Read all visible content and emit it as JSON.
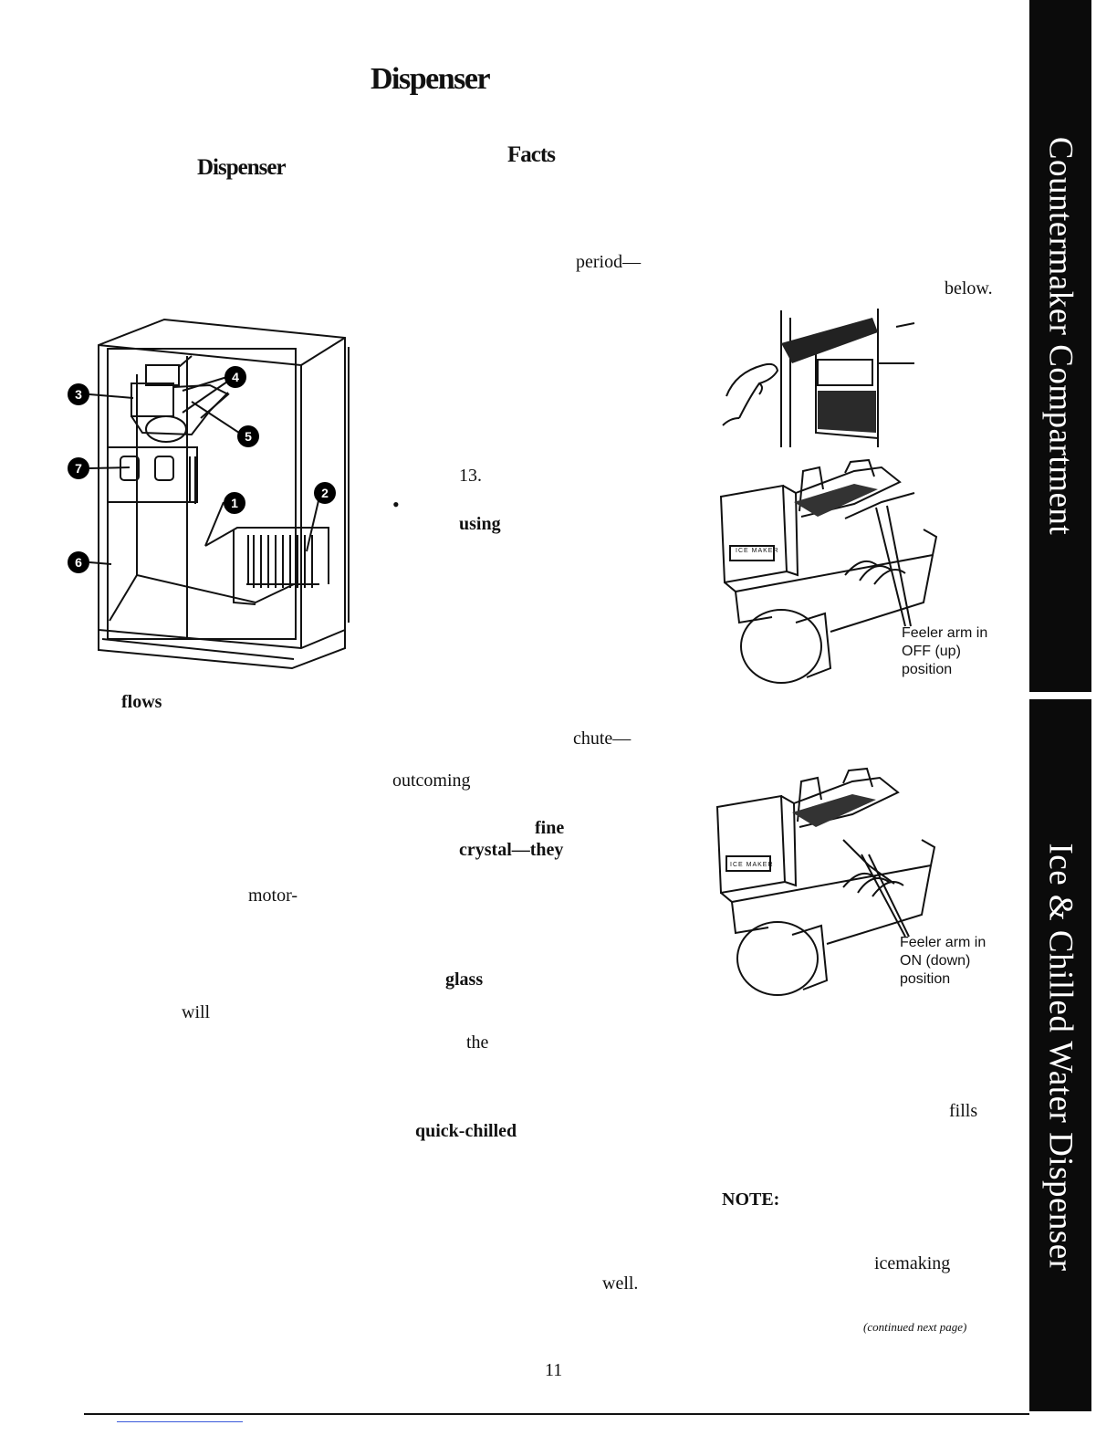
{
  "heading": {
    "title": "Dispenser",
    "subtitle_left": "Dispenser",
    "subtitle_right": "Facts"
  },
  "body_words": {
    "period": "period—",
    "below": "below.",
    "n13": "13.",
    "bullet": "•",
    "using": "using",
    "flows": "flows",
    "chute": "chute—",
    "outcoming": "outcoming",
    "fine": "fine",
    "crystal": "crystal—they",
    "motor": "motor-",
    "glass": "glass",
    "will": "will",
    "the": "the",
    "fills": "fills",
    "quick_chilled": "quick-chilled",
    "note": "NOTE:",
    "icemaking": "icemaking",
    "well": "well."
  },
  "figure_callouts": [
    "1",
    "2",
    "3",
    "4",
    "5",
    "6",
    "7"
  ],
  "captions": {
    "off": "Feeler arm in OFF (up) position",
    "on": "Feeler arm in ON (down) position",
    "icemaker_label": "ICE MAKER"
  },
  "footer": {
    "continued": "(continued next page)",
    "page_number": "11"
  },
  "side_tabs": {
    "top": "Countermaker Compartment",
    "bottom": "Ice & Chilled Water Dispenser"
  },
  "colors": {
    "tab_bg": "#0b0b0b",
    "tab_text": "#ffffff",
    "link_line": "#3b5bdb"
  }
}
